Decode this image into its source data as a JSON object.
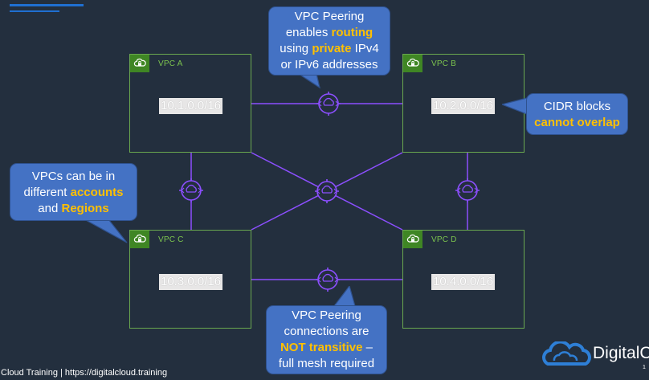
{
  "vpcs": {
    "a": {
      "name": "VPC A",
      "cidr": "10.1.0.0/16"
    },
    "b": {
      "name": "VPC B",
      "cidr": "10.2.0.0/16"
    },
    "c": {
      "name": "VPC C",
      "cidr": "10.3.0.0/16"
    },
    "d": {
      "name": "VPC D",
      "cidr": "10.4.0.0/16"
    }
  },
  "callouts": {
    "top": {
      "line1": "VPC Peering",
      "line2_pre": "enables ",
      "line2_hl": "routing",
      "line3_pre": "using ",
      "line3_hl": "private",
      "line3_post": " IPv4",
      "line4": "or IPv6 addresses"
    },
    "right": {
      "line1": "CIDR blocks",
      "line2_hl": "cannot overlap"
    },
    "left": {
      "line1": "VPCs can be in",
      "line2_pre": "different ",
      "line2_hl": "accounts",
      "line3_pre": "and ",
      "line3_hl": "Regions"
    },
    "bottom": {
      "line1": "VPC Peering",
      "line2": "connections are",
      "line3_hl": "NOT transitive",
      "line3_post": " –",
      "line4": "full mesh required"
    }
  },
  "footer": {
    "text": "Cloud Training  | https://digitalcloud.training"
  },
  "brand": {
    "text": "DigitalC",
    "page_number": "1"
  },
  "colors": {
    "background": "#232f3e",
    "vpc_border": "#6aa84f",
    "peering_line": "#8c4fff",
    "callout_fill": "#4472c4",
    "highlight": "#ffc000"
  }
}
